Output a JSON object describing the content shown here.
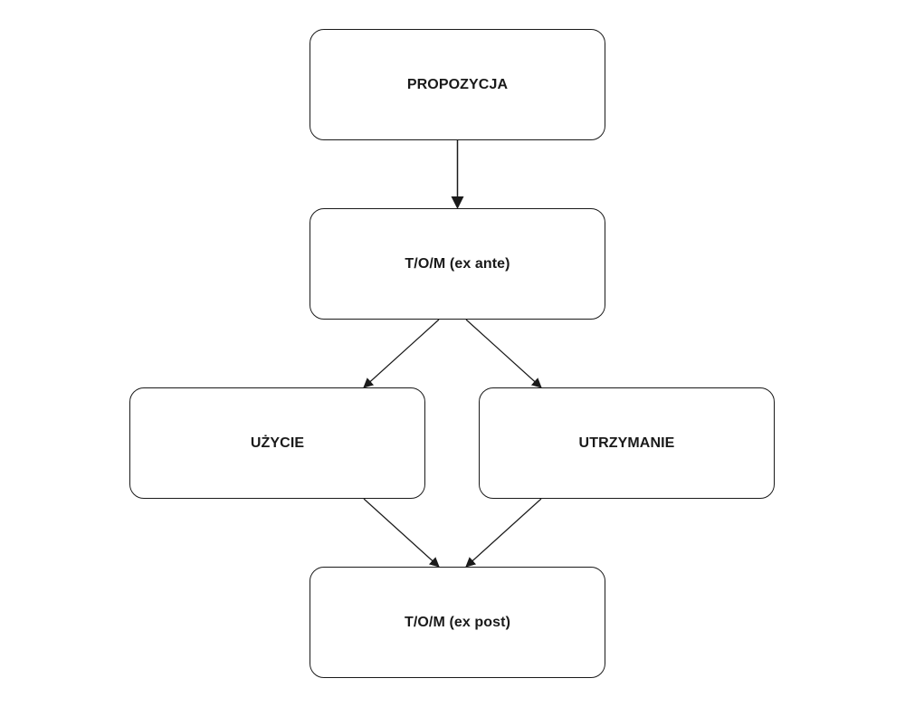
{
  "diagram": {
    "nodes": {
      "propozycja": "PROPOZYCJA",
      "tom_ex_ante": "T/O/M (ex ante)",
      "uzycie": "UŻYCIE",
      "utrzymanie": "UTRZYMANIE",
      "tom_ex_post": "T/O/M (ex post)"
    },
    "edges": [
      {
        "from": "PROPOZYCJA",
        "to": "T/O/M (ex ante)"
      },
      {
        "from": "T/O/M (ex ante)",
        "to": "UŻYCIE"
      },
      {
        "from": "T/O/M (ex ante)",
        "to": "UTRZYMANIE"
      },
      {
        "from": "UŻYCIE",
        "to": "T/O/M (ex post)"
      },
      {
        "from": "UTRZYMANIE",
        "to": "T/O/M (ex post)"
      }
    ],
    "colors": {
      "stroke": "#1a1a1a",
      "background": "#ffffff"
    }
  }
}
